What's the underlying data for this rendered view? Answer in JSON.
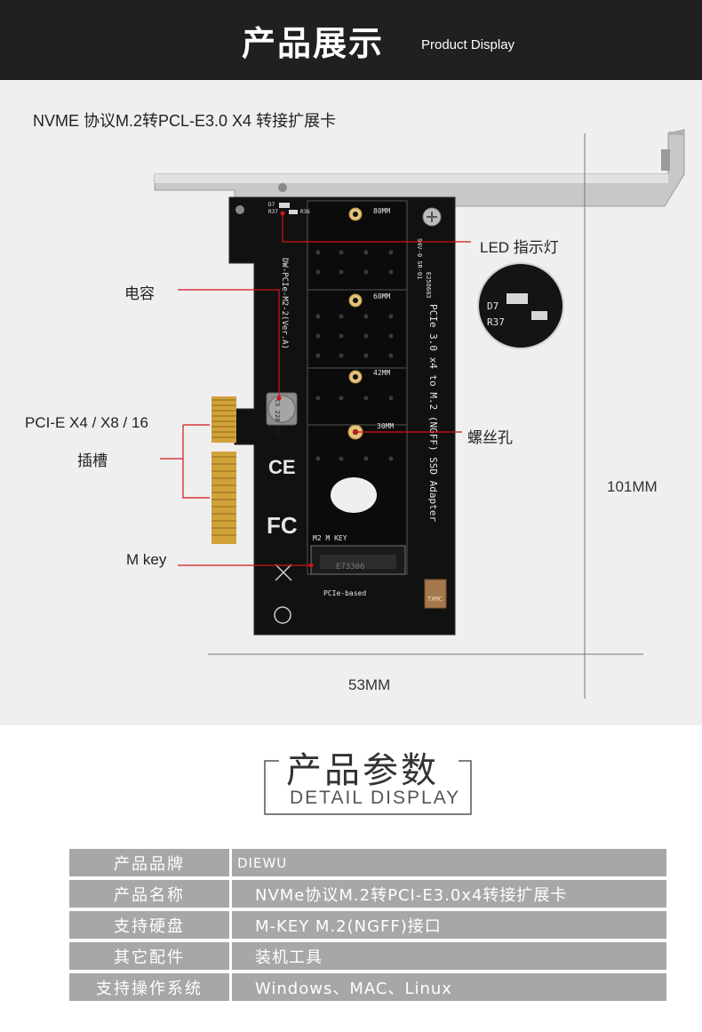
{
  "header": {
    "title": "产品展示",
    "subtitle": "Product Display"
  },
  "product": {
    "heading": "NVME 协议M.2转PCL-E3.0 X4 转接扩展卡",
    "callouts": {
      "led": "LED 指示灯",
      "capacitor": "电容",
      "slot_line1": "PCI-E X4 / X8 / 16",
      "slot_line2": "插槽",
      "screw_hole": "螺丝孔",
      "m_key": "M key"
    },
    "dimensions": {
      "height": "101MM",
      "width": "53MM"
    },
    "board_print": {
      "adapter_name": "PCIe 3.0 x4 to M.2 (NGFF) SSD Adapter",
      "model": "DW-PCIe-M2-2(Ver.A)",
      "mark_80": "80MM",
      "mark_60": "60MM",
      "mark_42": "42MM",
      "mark_30": "30MM",
      "slot_label": "M2 M KEY",
      "pcie_label": "PCIe-based",
      "chip_code": "E73306",
      "cap_label": "CS 220 16V",
      "cert_ce": "CE",
      "cert_fc": "FC",
      "led_d7": "D7",
      "led_r37": "R37",
      "r36": "R36",
      "ul": "94V-0 SR-01",
      "e_code": "E258603",
      "brand_tag": "TXMC"
    }
  },
  "details": {
    "title": "产品参数",
    "subtitle": "DETAIL DISPLAY",
    "rows": [
      {
        "key": "产品品牌",
        "value": "DIEWU"
      },
      {
        "key": "产品名称",
        "value": "NVMe协议M.2转PCI-E3.0x4转接扩展卡"
      },
      {
        "key": "支持硬盘",
        "value": "M-KEY M.2(NGFF)接口"
      },
      {
        "key": "其它配件",
        "value": "装机工具"
      },
      {
        "key": "支持操作系统",
        "value": "Windows、MAC、Linux"
      }
    ]
  },
  "colors": {
    "callout_line": "#d0141b",
    "pcb": "#101010",
    "gold": "#d2a23a",
    "table_bg": "#a7a7a7",
    "header_bg": "#202020"
  }
}
